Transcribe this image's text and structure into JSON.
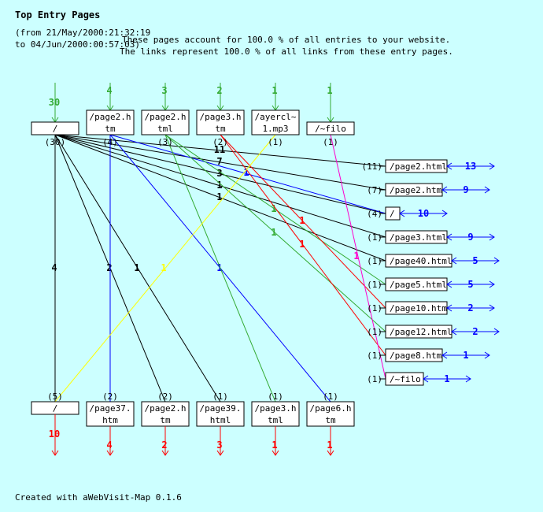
{
  "title": "Top Entry Pages",
  "date_from": "(from 21/May/2000:21:32:19",
  "date_to": "to 04/Jun/2000:00:57:03)",
  "summary1": "These pages account for 100.0 % of all entries to your website.",
  "summary2": "The links represent 100.0 % of all links from these entry pages.",
  "footer": "Created with aWebVisit-Map 0.1.6",
  "colors": {
    "in": "#33aa33",
    "out": "#ff0000",
    "self": "#0000ff",
    "black": "#000000",
    "blue": "#0000ff",
    "green": "#33aa33",
    "red": "#ff0000",
    "yellow": "#ffff00",
    "magenta": "#ff00cc"
  },
  "entry_pages": [
    {
      "lines": [
        "/"
      ],
      "entries": "30",
      "count": "(30)"
    },
    {
      "lines": [
        "/page2.h",
        "tm"
      ],
      "entries": "4",
      "count": "(4)"
    },
    {
      "lines": [
        "/page2.h",
        "tml"
      ],
      "entries": "3",
      "count": "(3)"
    },
    {
      "lines": [
        "/page3.h",
        "tm"
      ],
      "entries": "2",
      "count": "(2)"
    },
    {
      "lines": [
        "/ayercl~",
        "1.mp3"
      ],
      "entries": "1",
      "count": "(1)"
    },
    {
      "lines": [
        "/~filo"
      ],
      "entries": "1",
      "count": "(1)"
    }
  ],
  "right_pages": [
    {
      "name": "/page2.html",
      "count": "(11)",
      "self": "13"
    },
    {
      "name": "/page2.htm",
      "count": "(7)",
      "self": "9"
    },
    {
      "name": "/",
      "count": "(4)",
      "self": "10"
    },
    {
      "name": "/page3.html",
      "count": "(1)",
      "self": "9"
    },
    {
      "name": "/page40.html",
      "count": "(1)",
      "self": "5"
    },
    {
      "name": "/page5.html",
      "count": "(1)",
      "self": "5"
    },
    {
      "name": "/page10.htm",
      "count": "(1)",
      "self": "2"
    },
    {
      "name": "/page12.html",
      "count": "(1)",
      "self": "2"
    },
    {
      "name": "/page8.htm",
      "count": "(1)",
      "self": "1"
    },
    {
      "name": "/~filo",
      "count": "(1)",
      "self": "1"
    }
  ],
  "exit_pages": [
    {
      "lines": [
        "/"
      ],
      "count": "(5)",
      "exits": "10"
    },
    {
      "lines": [
        "/page37.",
        "htm"
      ],
      "count": "(2)",
      "exits": "4"
    },
    {
      "lines": [
        "/page2.h",
        "tm"
      ],
      "count": "(2)",
      "exits": "2"
    },
    {
      "lines": [
        "/page39.",
        "html"
      ],
      "count": "(1)",
      "exits": "3"
    },
    {
      "lines": [
        "/page3.h",
        "tml"
      ],
      "count": "(1)",
      "exits": "1"
    },
    {
      "lines": [
        "/page6.h",
        "tm"
      ],
      "count": "(1)",
      "exits": "1"
    }
  ],
  "links": [
    {
      "from": 0,
      "to": "r0",
      "value": "11",
      "color": "black"
    },
    {
      "from": 0,
      "to": "r1",
      "value": "7",
      "color": "black"
    },
    {
      "from": 0,
      "to": "r2",
      "value": "3",
      "color": "black"
    },
    {
      "from": 0,
      "to": "r3",
      "value": "1",
      "color": "black"
    },
    {
      "from": 0,
      "to": "r4",
      "value": "1",
      "color": "black"
    },
    {
      "from": 0,
      "to": "b0",
      "value": "4",
      "color": "black"
    },
    {
      "from": 0,
      "to": "b2",
      "value": "2",
      "color": "black"
    },
    {
      "from": 0,
      "to": "b3",
      "value": "1",
      "color": "black"
    },
    {
      "from": 1,
      "to": "r2",
      "value": "1",
      "color": "blue"
    },
    {
      "from": 1,
      "to": "b1",
      "value": "",
      "color": "blue"
    },
    {
      "from": 1,
      "to": "b5",
      "value": "1",
      "color": "blue"
    },
    {
      "from": 2,
      "to": "r5",
      "value": "1",
      "color": "green"
    },
    {
      "from": 2,
      "to": "r7",
      "value": "1",
      "color": "green"
    },
    {
      "from": 2,
      "to": "b4",
      "value": "",
      "color": "green"
    },
    {
      "from": 3,
      "to": "r6",
      "value": "1",
      "color": "red"
    },
    {
      "from": 3,
      "to": "r8",
      "value": "1",
      "color": "red"
    },
    {
      "from": 4,
      "to": "b0",
      "value": "1",
      "color": "yellow"
    },
    {
      "from": 5,
      "to": "r9",
      "value": "1",
      "color": "magenta"
    }
  ]
}
